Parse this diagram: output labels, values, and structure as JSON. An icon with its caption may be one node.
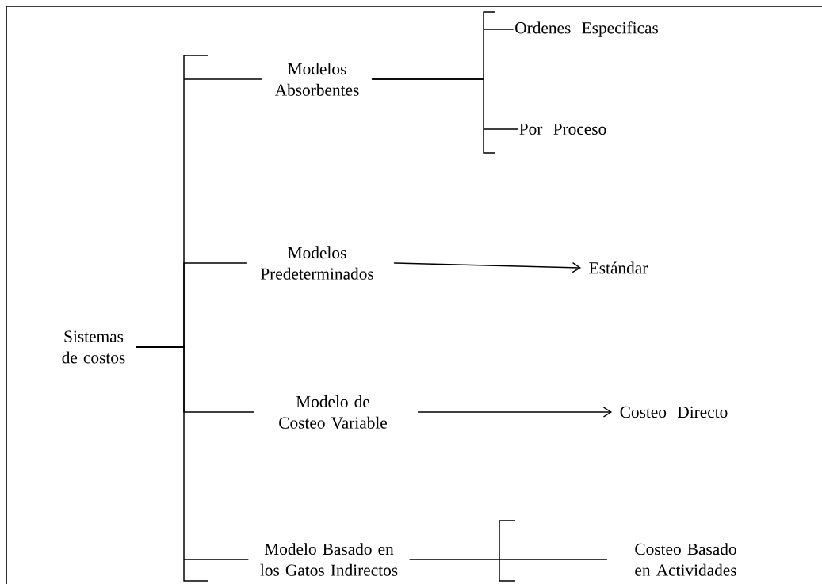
{
  "diagram": {
    "nodes": [
      {
        "text": [
          "Sistemas de costos"
        ]
      },
      {
        "text": [
          "Modelos Absorbentes"
        ]
      },
      {
        "text": [
          "Ordenes Especificas"
        ]
      },
      {
        "text": [
          "Por Proceso"
        ]
      },
      {
        "text": [
          "Modelos Predeterminados"
        ]
      },
      {
        "text": [
          "Estándar"
        ]
      },
      {
        "text": [
          "Modelo de Costeo Variable"
        ]
      },
      {
        "text": [
          "Costeo Directo"
        ]
      },
      {
        "text": [
          "Modelo Basado en los Gatos Indirectos"
        ]
      },
      {
        "text": [
          "Costeo Basado en Actividades"
        ]
      }
    ],
    "edges": [
      {
        "from": 0,
        "to": 1,
        "arrow": "none"
      },
      {
        "from": 0,
        "to": 4,
        "arrow": "none"
      },
      {
        "from": 0,
        "to": 6,
        "arrow": "none"
      },
      {
        "from": 0,
        "to": 8,
        "arrow": "none"
      },
      {
        "from": 1,
        "to": 2,
        "arrow": "none"
      },
      {
        "from": 1,
        "to": 3,
        "arrow": "none"
      },
      {
        "from": 4,
        "to": 5,
        "arrow": "to"
      },
      {
        "from": 6,
        "to": 7,
        "arrow": "to"
      },
      {
        "from": 8,
        "to": 9,
        "arrow": "none"
      }
    ]
  }
}
